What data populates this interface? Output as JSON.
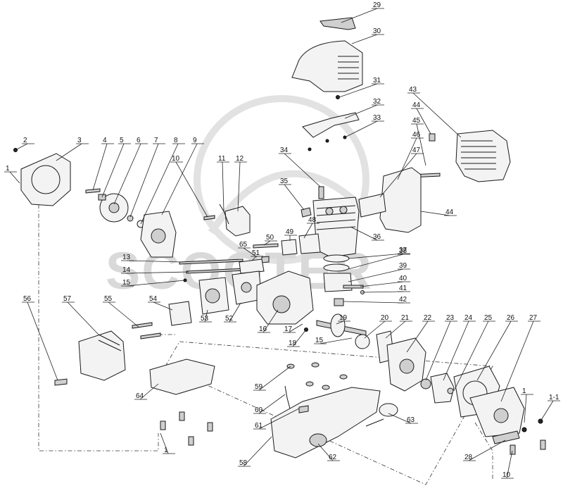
{
  "diagram": {
    "watermark_text": "SCOOTER",
    "callout_numbers": [
      "1",
      "1",
      "1",
      "1-1",
      "2",
      "3",
      "4",
      "5",
      "6",
      "7",
      "8",
      "9",
      "10",
      "10",
      "11",
      "12",
      "13",
      "14",
      "15",
      "15",
      "16",
      "17",
      "18",
      "19",
      "20",
      "21",
      "22",
      "23",
      "24",
      "25",
      "26",
      "27",
      "28",
      "29",
      "30",
      "31",
      "32",
      "33",
      "34",
      "35",
      "36",
      "37",
      "38",
      "39",
      "40",
      "41",
      "42",
      "43",
      "44",
      "44",
      "45",
      "46",
      "47",
      "48",
      "49",
      "50",
      "51",
      "52",
      "53",
      "54",
      "55",
      "56",
      "57",
      "58",
      "59",
      "60",
      "61",
      "62",
      "63",
      "64",
      "65"
    ]
  }
}
